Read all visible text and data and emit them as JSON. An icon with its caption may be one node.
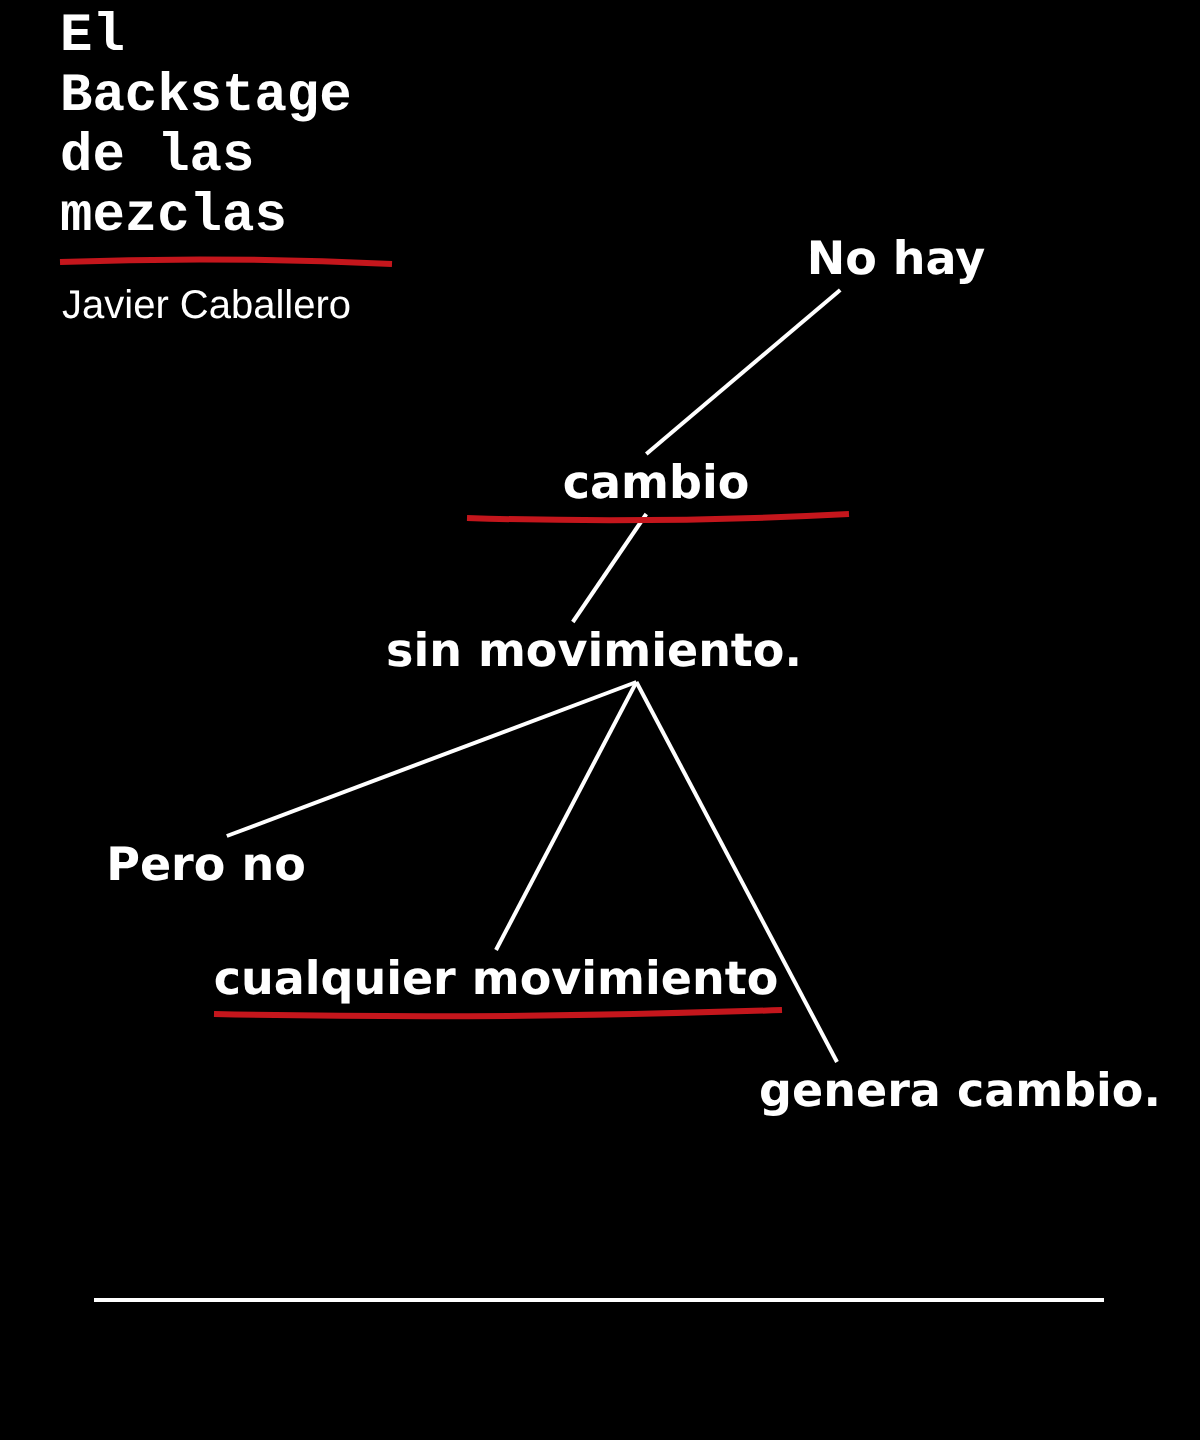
{
  "diagram": {
    "title": "El Backstage de las mezclas",
    "nodes": [
      {
        "text": [
          "No hay"
        ]
      },
      {
        "text": [
          "cambio"
        ]
      },
      {
        "text": [
          "sin movimiento."
        ]
      },
      {
        "text": [
          "Pero no"
        ]
      },
      {
        "text": [
          "cualquier movimiento"
        ]
      },
      {
        "text": [
          "genera cambio."
        ]
      }
    ],
    "edges": [
      {
        "from": 0,
        "to": 1,
        "arrow": "none"
      },
      {
        "from": 1,
        "to": 2,
        "arrow": "none"
      },
      {
        "from": 2,
        "to": 3,
        "arrow": "none"
      },
      {
        "from": 2,
        "to": 4,
        "arrow": "none"
      },
      {
        "from": 2,
        "to": 5,
        "arrow": "none"
      }
    ],
    "labels": [
      "Javier Caballero"
    ]
  }
}
